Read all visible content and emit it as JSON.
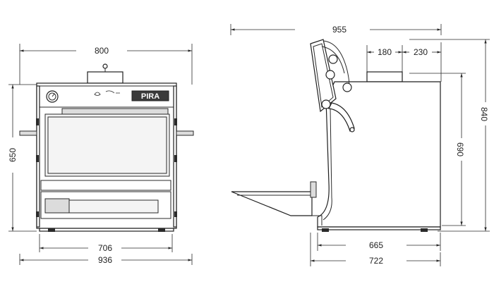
{
  "dimensions": {
    "front_top_width": "800",
    "front_height": "650",
    "front_inner_width": "706",
    "front_outer_width": "936",
    "side_total_depth": "955",
    "side_chimney_width": "180",
    "side_chimney_offset": "230",
    "side_total_height": "840",
    "side_body_height": "690",
    "side_body_depth": "665",
    "side_base_depth": "722"
  },
  "badge": {
    "brand": "PIRA"
  },
  "colors": {
    "line": "#2a2a2a",
    "fill": "#ffffff",
    "shade": "#dcdcdc"
  }
}
